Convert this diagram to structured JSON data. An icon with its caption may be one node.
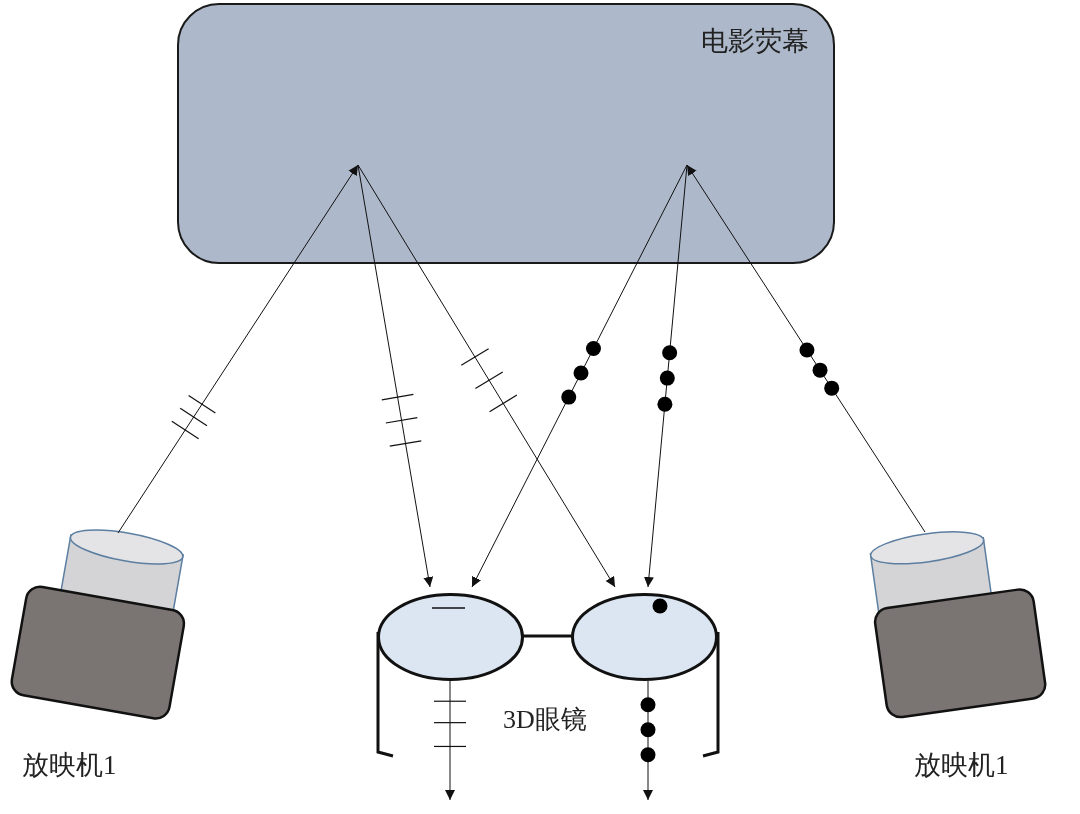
{
  "diagram": {
    "nodes": [
      {
        "text": [
          "电影荧幕"
        ]
      },
      {
        "text": [],
        "shape": "box",
        "beside": [
          "放映机1"
        ]
      },
      {
        "text": [],
        "shape": "box",
        "beside": [
          "放映机1"
        ]
      },
      {
        "text": [],
        "shape": "circle"
      },
      {
        "text": [],
        "shape": "circle"
      }
    ],
    "edges": [
      {
        "from": 1,
        "to": 0,
        "arrow": "to"
      },
      {
        "from": 0,
        "to": 3,
        "arrow": "to"
      },
      {
        "from": 0,
        "to": 4,
        "arrow": "to"
      },
      {
        "from": 2,
        "to": 0,
        "arrow": "to"
      },
      {
        "from": 0,
        "to": 3,
        "arrow": "to"
      },
      {
        "from": 0,
        "to": 4,
        "arrow": "to"
      },
      {
        "from": 3,
        "to": 4,
        "arrow": "none",
        "style": "thick"
      },
      {
        "from": 3,
        "to": null,
        "arrow": "to"
      },
      {
        "from": 4,
        "to": null,
        "arrow": "to"
      }
    ],
    "labels": [
      "3D眼镜"
    ]
  }
}
